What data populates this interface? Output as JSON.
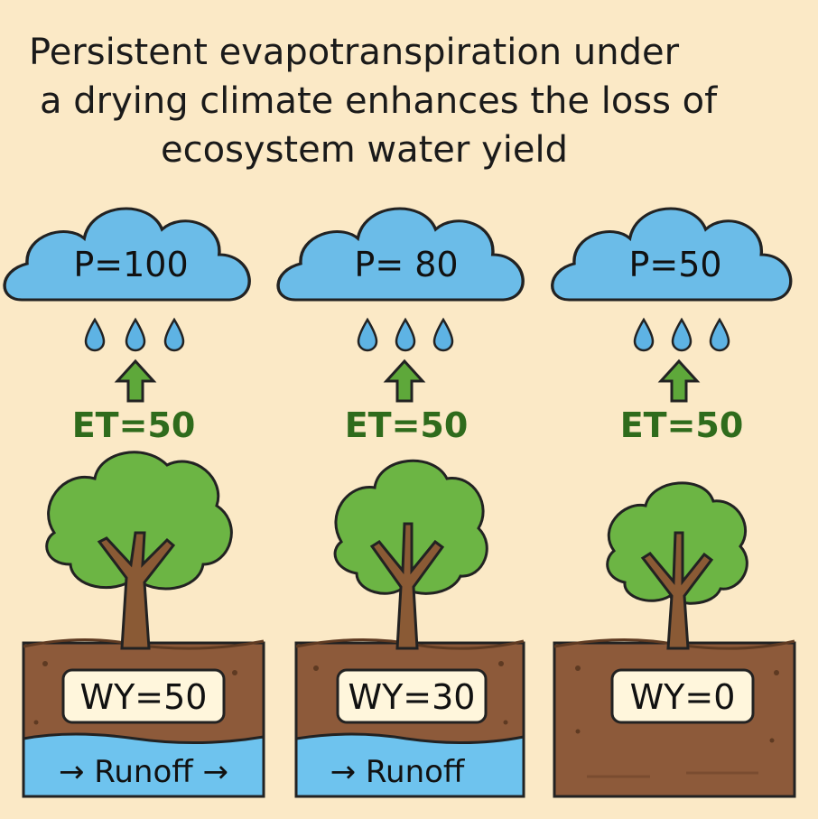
{
  "title": {
    "line1": "Persistent evapotranspiration under",
    "line2": "a drying climate enhances the loss of",
    "line3": "ecosystem water yield"
  },
  "panels": [
    {
      "precip": "P=100",
      "et": "ET=50",
      "wy": "WY=50",
      "runoff": "→ Runoff →",
      "has_runoff": true
    },
    {
      "precip": "P= 80",
      "et": "ET=50",
      "wy": "WY=30",
      "runoff": "→ Runoff",
      "has_runoff": true
    },
    {
      "precip": "P=50",
      "et": "ET=50",
      "wy": "WY=0",
      "runoff": "",
      "has_runoff": false
    }
  ],
  "colors": {
    "background": "#fbe9c6",
    "cloud": "#6bbce8",
    "drop": "#5eb3e4",
    "et_arrow": "#5ea83a",
    "et_text": "#2f6b1c",
    "foliage": "#6cb544",
    "trunk": "#8a5a35",
    "soil": "#8d5a3a",
    "water": "#6ec3ee",
    "label_box": "#fff6dc",
    "outline": "#222222"
  }
}
